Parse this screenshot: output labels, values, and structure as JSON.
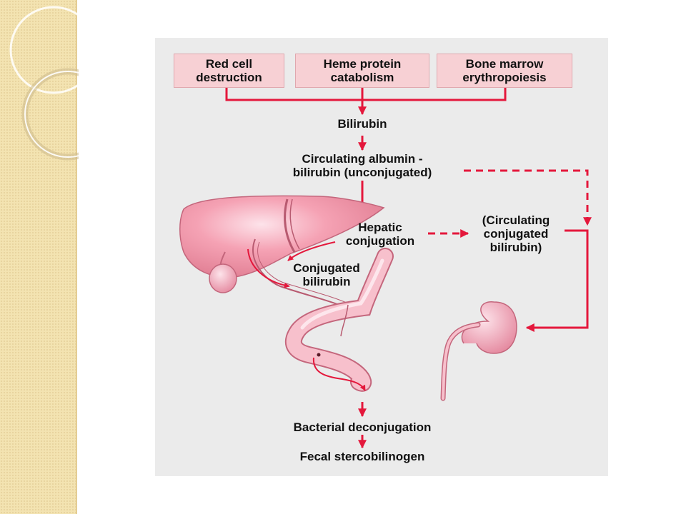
{
  "diagram": {
    "sources": [
      {
        "id": "red-cell",
        "label": "Red cell\ndestruction"
      },
      {
        "id": "heme-protein",
        "label": "Heme protein\ncatabolism"
      },
      {
        "id": "bone-marrow",
        "label": "Bone marrow\nerythropoiesis"
      }
    ],
    "nodes": {
      "bilirubin": "Bilirubin",
      "circulating_albumin": "Circulating albumin -\nbilirubin (unconjugated)",
      "hepatic_conjugation": "Hepatic\nconjugation",
      "conjugated_bilirubin": "Conjugated\nbilirubin",
      "circulating_conjugated": "(Circulating\nconjugated\nbilirubin)",
      "bacterial_deconjugation": "Bacterial deconjugation",
      "fecal_stercobilinogen": "Fecal stercobilinogen"
    },
    "organs": [
      "liver-illustration",
      "gallbladder-illustration",
      "intestine-illustration",
      "kidney-illustration"
    ],
    "colors": {
      "arrow": "#e4183c",
      "box_fill": "#f7d0d4",
      "panel_bg": "#ebebeb",
      "organ_fill": "#f5a8b8",
      "side_strip": "#f3e3b1"
    }
  }
}
